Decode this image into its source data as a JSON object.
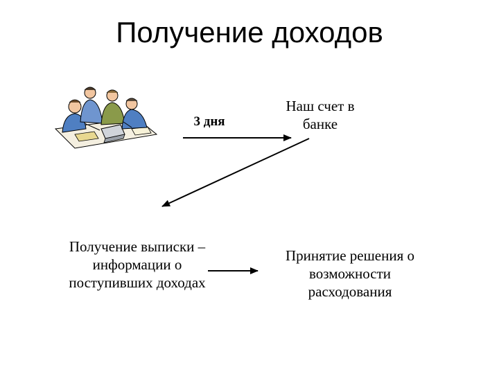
{
  "title": "Получение доходов",
  "nodes": {
    "days_label": "3 дня",
    "bank_account": "Наш счет в банке",
    "statement": "Получение выписки – информации о поступивших доходах",
    "decision": "Принятие решения о возможности расходования"
  },
  "clipart": {
    "icon": "business-team-icon",
    "colors": {
      "shirt_blue": "#4f7fc2",
      "shirt_green": "#8a9a4a",
      "skin": "#f2c6a0",
      "paper": "#e8d890"
    }
  }
}
